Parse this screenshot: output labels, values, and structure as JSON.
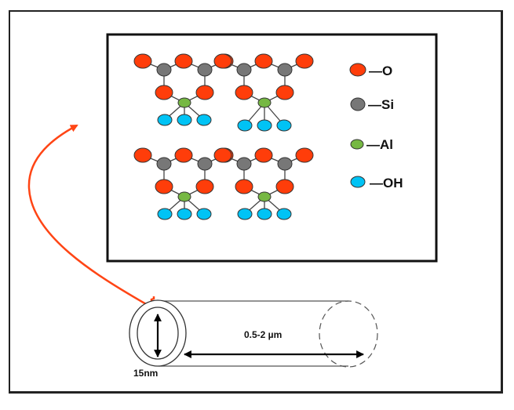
{
  "colors": {
    "oxygen": "#ff3d0a",
    "silicon": "#777777",
    "aluminum": "#76b843",
    "hydroxyl": "#00c3f5",
    "arrow": "#ff4515",
    "outline": "#333333"
  },
  "legend": {
    "items": [
      {
        "key": "oxygen",
        "label": "—O"
      },
      {
        "key": "silicon",
        "label": "—Si"
      },
      {
        "key": "aluminum",
        "label": "—Al"
      },
      {
        "key": "hydroxyl",
        "label": "—OH"
      }
    ]
  },
  "structure": {
    "rows": 2,
    "units_per_row": 2,
    "unit_composition": {
      "top_oxygen": 3,
      "silicon": 2,
      "ring_oxygen": 2,
      "aluminum": 1,
      "hydroxyl": 3
    }
  },
  "tube": {
    "diameter_label": "15nm",
    "length_label": "0.5-2 µm"
  }
}
